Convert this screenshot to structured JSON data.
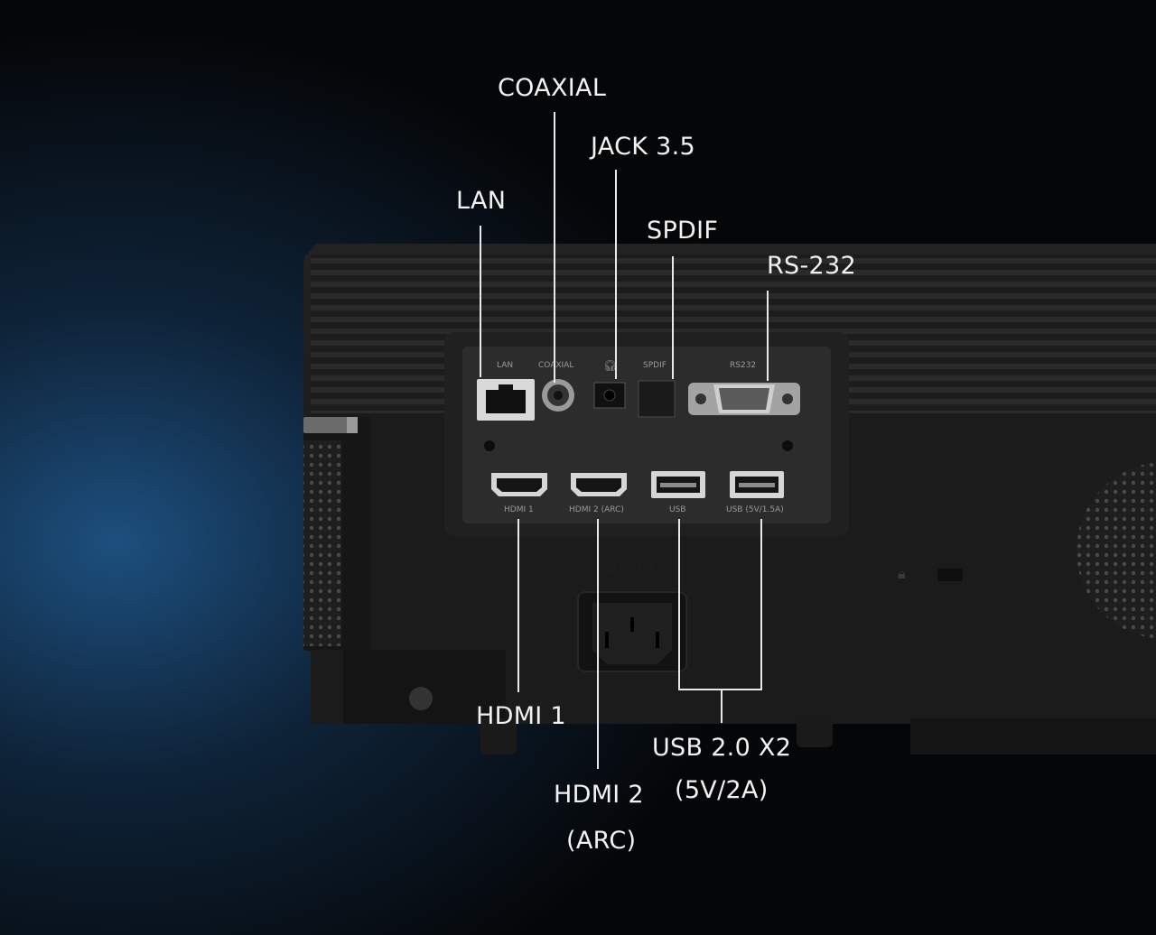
{
  "callouts": {
    "coaxial": "COAXIAL",
    "jack": "JACK 3.5",
    "lan": "LAN",
    "spdif": "SPDIF",
    "rs232": "RS-232",
    "hdmi1": "HDMI 1",
    "hdmi2_line1": "HDMI 2",
    "hdmi2_line2": "(ARC)",
    "usb_line1": "USB 2.0 X2",
    "usb_line2": "(5V/2A)"
  },
  "panel_labels": {
    "lan": "LAN",
    "coaxial": "COAXIAL",
    "spdif": "SPDIF",
    "rs232": "RS232",
    "hdmi1": "HDMI 1",
    "hdmi2": "HDMI 2 (ARC)",
    "usb": "USB",
    "usb_power": "USB (5V/1.5A)",
    "ac_in": "AC IN"
  },
  "icons": {
    "headphone": "headphone-icon",
    "lock": "lock-icon"
  },
  "colors": {
    "background": "#050608",
    "glow": "#1d4f7e",
    "body": "#1a1a1a",
    "panel": "#2b2b2b",
    "text": "#f2f2f2",
    "line": "#e9e9e9"
  }
}
